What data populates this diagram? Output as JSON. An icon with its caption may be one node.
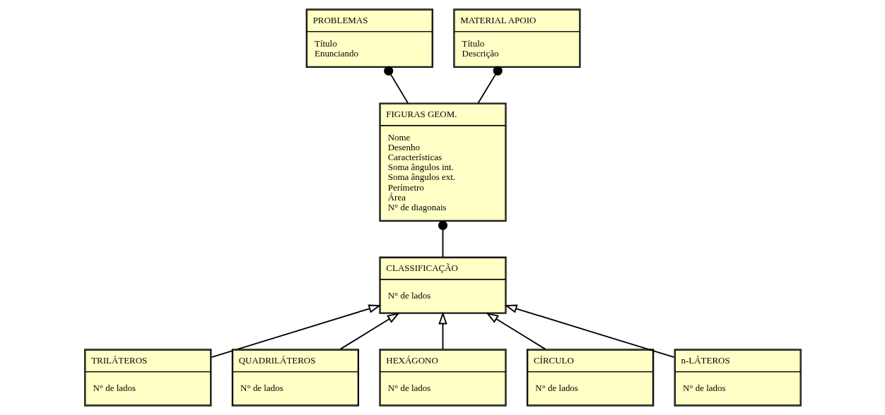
{
  "diagram": {
    "nodes": [
      {
        "text": [
          "FIGURAS GEOM.",
          "Nome",
          "Desenho",
          "Características",
          "Soma ângulos int.",
          "Soma ângulos ext.",
          "Perímetro",
          "Área",
          "N° de diagonais"
        ]
      },
      {
        "text": [
          "PROBLEMAS",
          "Título",
          "Enunciando"
        ]
      },
      {
        "text": [
          "MATERIAL APOIO",
          "Título",
          "Descrição"
        ]
      },
      {
        "text": [
          "CLASSIFICAÇÃO",
          "N° de lados"
        ]
      },
      {
        "text": [
          "TRILÁTEROS",
          "N° de lados"
        ]
      },
      {
        "text": [
          "QUADRILÁTEROS",
          "N° de lados"
        ]
      },
      {
        "text": [
          "HEXÁGONO",
          "N° de lados"
        ]
      },
      {
        "text": [
          "CÍRCULO",
          "N° de lados"
        ]
      },
      {
        "text": [
          "n-LÁTEROS",
          "N° de lados"
        ]
      }
    ],
    "edges": [
      {
        "from": 0,
        "to": 1,
        "arrow": "other"
      },
      {
        "from": 0,
        "to": 2,
        "arrow": "other"
      },
      {
        "from": 3,
        "to": 0,
        "arrow": "other"
      },
      {
        "from": 4,
        "to": 3,
        "arrow": "to"
      },
      {
        "from": 5,
        "to": 3,
        "arrow": "to"
      },
      {
        "from": 6,
        "to": 3,
        "arrow": "to"
      },
      {
        "from": 7,
        "to": 3,
        "arrow": "to"
      },
      {
        "from": 8,
        "to": 3,
        "arrow": "to"
      }
    ]
  }
}
